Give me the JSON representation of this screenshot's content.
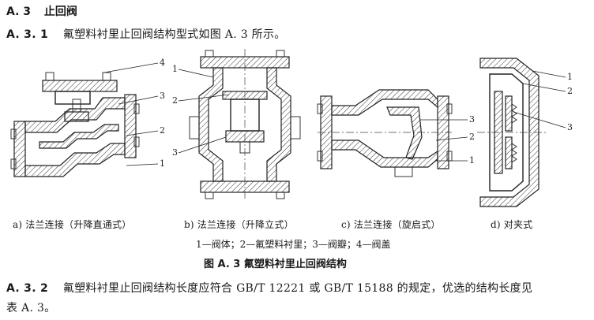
{
  "section": {
    "number": "A. 3",
    "title": "止回阀"
  },
  "para1": {
    "number": "A. 3. 1",
    "text": "氟塑料衬里止回阀结构型式如图 A. 3 所示。"
  },
  "figures": [
    {
      "caption": "a)  法兰连接（升降直通式）",
      "labels": [
        "4",
        "3",
        "2",
        "1"
      ]
    },
    {
      "caption": "b)  法兰连接（升降立式）",
      "labels": [
        "1",
        "2",
        "3"
      ]
    },
    {
      "caption": "c)  法兰连接（旋启式）",
      "labels": [
        "3",
        "2",
        "1"
      ]
    },
    {
      "caption": "d)  对夹式",
      "labels": [
        "1",
        "2",
        "3"
      ]
    }
  ],
  "legend": "1—阀体；2—氟塑料衬里；3—阀瓣；4—阀盖",
  "figure_title": "图 A. 3    氟塑料衬里止回阀结构",
  "para2": {
    "number": "A. 3. 2",
    "line1": "氟塑料衬里止回阀结构长度应符合 GB/T 12221 或 GB/T 15188 的规定，优选的结构长度见",
    "line2": "表 A. 3。"
  }
}
